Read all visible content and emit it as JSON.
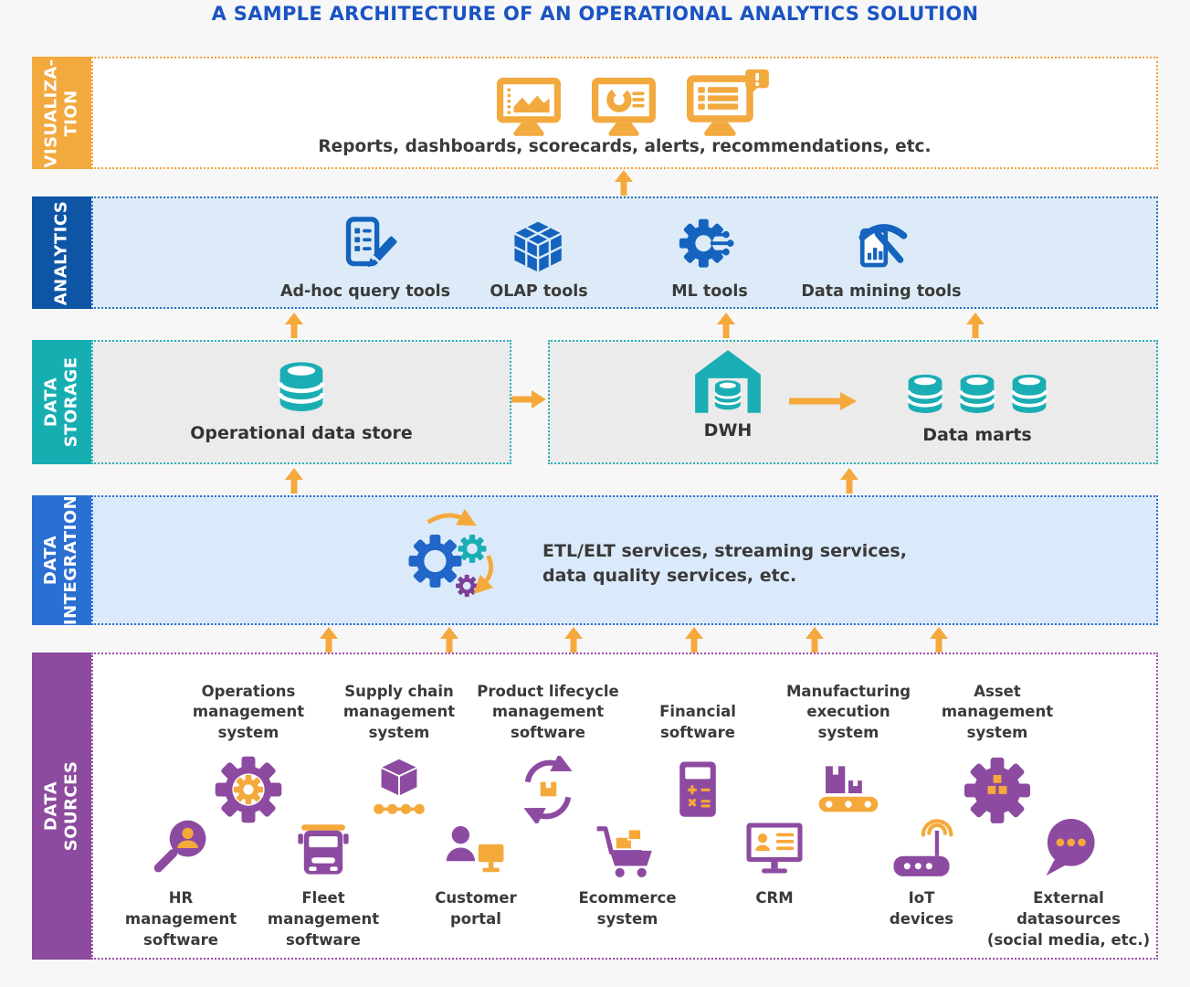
{
  "title": "A SAMPLE ARCHITECTURE OF AN OPERATIONAL ANALYTICS SOLUTION",
  "colors": {
    "title_blue": "#1a53c2",
    "orange_accent": "#f5a93b",
    "analytics_tab_blue": "#0e56a5",
    "integration_tab_blue": "#2a6fd2",
    "storage_teal": "#17aeb2",
    "sources_purple": "#8c4b9e",
    "icon_blue": "#1463be",
    "text_dark": "#3a3a3a"
  },
  "visualization": {
    "tab": "VISUALIZA-\nTION",
    "icons": [
      "report-chart-monitor-icon",
      "dashboard-donut-monitor-icon",
      "alerts-list-monitor-icon"
    ],
    "caption": "Reports, dashboards, scorecards, alerts, recommendations, etc."
  },
  "analytics": {
    "tab": "ANALYTICS",
    "items": [
      {
        "icon": "adhoc-query-icon",
        "label": "Ad-hoc query tools"
      },
      {
        "icon": "olap-cube-icon",
        "label": "OLAP tools"
      },
      {
        "icon": "ml-gear-icon",
        "label": "ML tools"
      },
      {
        "icon": "data-mining-pickaxe-icon",
        "label": "Data mining tools"
      }
    ]
  },
  "data_storage": {
    "tab": "DATA\nSTORAGE",
    "ods": {
      "icon": "database-icon",
      "label": "Operational data store"
    },
    "dwh": {
      "icon": "warehouse-database-icon",
      "label": "DWH"
    },
    "data_marts": {
      "icon": "database-icon",
      "label": "Data marts",
      "count": 3
    }
  },
  "data_integration": {
    "tab": "DATA\nINTEGRATION",
    "icon": "gears-etl-icon",
    "caption": "ETL/ELT services, streaming services,\ndata quality services, etc."
  },
  "data_sources": {
    "tab": "DATA SOURCES",
    "top_row": [
      {
        "icon": "gears-operations-icon",
        "label": "Operations\nmanagement\nsystem"
      },
      {
        "icon": "supply-box-conveyor-icon",
        "label": "Supply chain\nmanagement\nsystem"
      },
      {
        "icon": "lifecycle-arrows-box-icon",
        "label": "Product lifecycle\nmanagement\nsoftware"
      },
      {
        "icon": "calculator-icon",
        "label": "Financial\nsoftware"
      },
      {
        "icon": "conveyor-belt-icon",
        "label": "Manufacturing\nexecution\nsystem"
      },
      {
        "icon": "gear-cubes-icon",
        "label": "Asset\nmanagement\nsystem"
      }
    ],
    "bottom_row": [
      {
        "icon": "magnifier-person-icon",
        "label": "HR\nmanagement\nsoftware"
      },
      {
        "icon": "truck-icon",
        "label": "Fleet\nmanagement\nsoftware"
      },
      {
        "icon": "person-monitor-icon",
        "label": "Customer\nportal"
      },
      {
        "icon": "shopping-cart-icon",
        "label": "Ecommerce\nsystem"
      },
      {
        "icon": "crm-monitor-icon",
        "label": "CRM"
      },
      {
        "icon": "iot-router-icon",
        "label": "IoT\ndevices"
      },
      {
        "icon": "speech-bubble-icon",
        "label": "External\ndatasources\n(social media, etc.)"
      }
    ]
  }
}
